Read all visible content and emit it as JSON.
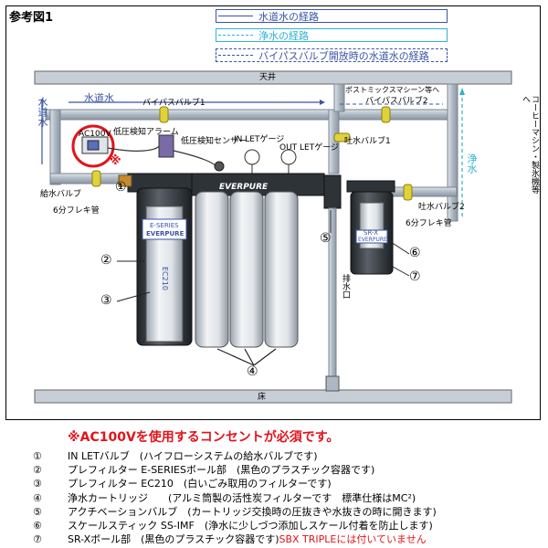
{
  "title": "参考図1",
  "legend": [
    {
      "label": "水道水の経路",
      "color": "#3a53a3",
      "style": "solid"
    },
    {
      "label": "浄水の経路",
      "color": "#31b2cf",
      "style": "dashed"
    },
    {
      "label": "バイパスバルブ開放時の水道水の経路",
      "color": "#3a53a3",
      "style": "dashed"
    }
  ],
  "labels": {
    "ceiling": "天井",
    "floor": "床",
    "tap_water": "水道水",
    "tap_water_vertical": "水道水",
    "purified_vertical": "浄水",
    "to_machine_vertical": "コーヒーマシン・製氷機等へ",
    "bypass1": "バイパスバルブ1",
    "bypass2": "バイパスバルブ2",
    "to_postmix": "ポストミックスマシーン等へ",
    "ac100v": "AC100V",
    "low_pressure_alarm": "低圧検知アラーム",
    "low_pressure_sensor": "低圧検知センサー",
    "inlet_gauge": "IN LETゲージ",
    "outlet_gauge": "OUT LETゲージ",
    "outlet_valve1": "吐水バルブ1",
    "outlet_valve2": "吐水バルブ2",
    "supply_valve": "給水バルブ",
    "flex_pipe_left": "6分フレキ管",
    "flex_pipe_right": "6分フレキ管",
    "drain": "排水口",
    "brand": "EVERPURE",
    "eseries_label": "E-SERIES",
    "eseries_brand": "EVERPURE",
    "ec210": "EC210",
    "srx_label": "SR-X",
    "srx_brand": "EVERPURE",
    "kome": "※",
    "n1": "①",
    "n2": "②",
    "n3": "③",
    "n4": "④",
    "n5": "⑤",
    "n6": "⑥",
    "n7": "⑦"
  },
  "warning": "※AC100Vを使用するコンセントが必須です。",
  "notes": [
    {
      "num": "①",
      "text": "IN LETバルブ　(ハイフローシステムの給水バルブです)",
      "red": ""
    },
    {
      "num": "②",
      "text": "プレフィルター E-SERIESボール部　(黒色のプラスチック容器です)",
      "red": ""
    },
    {
      "num": "③",
      "text": "プレフィルター EC210　(白いごみ取用のフィルターです)",
      "red": ""
    },
    {
      "num": "④",
      "text": "浄水カートリッジ　　(アルミ筒製の活性炭フィルターです　標準仕様はMC²)",
      "red": ""
    },
    {
      "num": "⑤",
      "text": "アクチベーションバルブ　(カートリッジ交換時の圧抜きや水抜きの時に開きます)",
      "red": ""
    },
    {
      "num": "⑥",
      "text": "スケールスティック SS-IMF　(浄水に少しづつ添加しスケール付着を防止します)",
      "red": ""
    },
    {
      "num": "⑦",
      "text": "SR-Xボール部　(黒色のプラスチック容器です)",
      "red": "SBX TRIPLEには付いていません"
    }
  ],
  "colors": {
    "tap_water": "#3a53a3",
    "purified": "#31b2cf",
    "warning": "#e0141b",
    "pipe": "#b9c3cf",
    "filter_body": "#e6eaee",
    "housing": "#3a3f45",
    "valve": "#e0d23a"
  }
}
